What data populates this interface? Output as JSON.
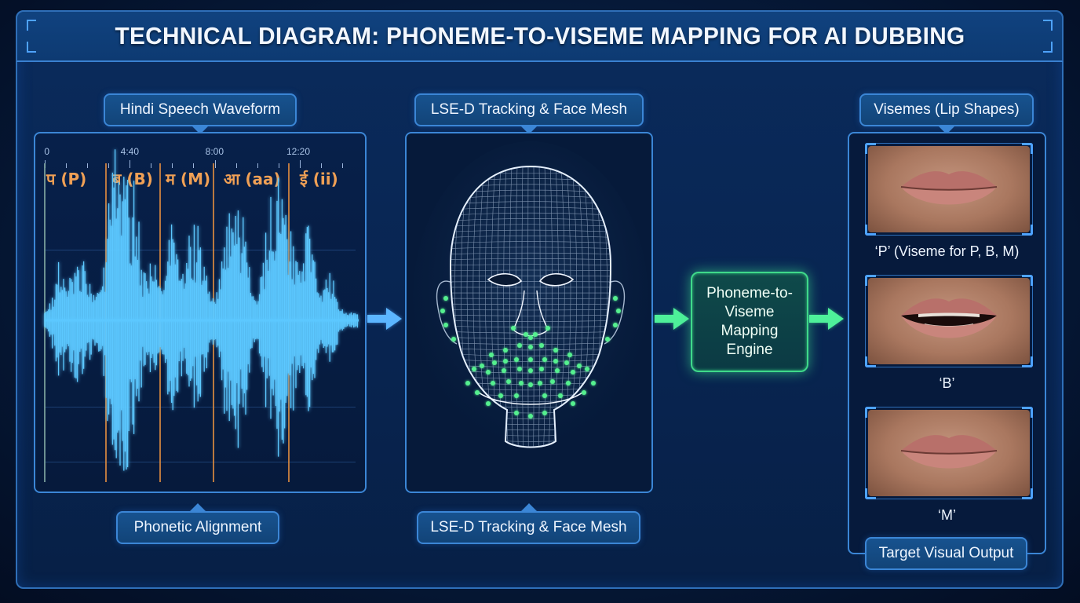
{
  "title": "TECHNICAL DIAGRAM: PHONEME-TO-VISEME MAPPING FOR AI DUBBING",
  "colors": {
    "background": "#061a3a",
    "panel_border": "#3b86d6",
    "accent_blue": "#4ea3ff",
    "waveform": "#5cc8ff",
    "phoneme_label": "#f0a055",
    "segment_line": "#d98a3f",
    "engine_green": "#3fd98a",
    "landmark_green": "#54f08f"
  },
  "waveform_section": {
    "top_callout": "Hindi Speech Waveform",
    "bottom_callout": "Phonetic Alignment",
    "time_ticks": [
      "0",
      "4:40",
      "8:00",
      "12:20"
    ],
    "phonemes": [
      {
        "label": "प (P)"
      },
      {
        "label": "ब (B)"
      },
      {
        "label": "म (M)"
      },
      {
        "label": "आ (aa)"
      },
      {
        "label": "ई (ii)"
      }
    ]
  },
  "face_section": {
    "top_callout": "LSE-D Tracking & Face Mesh",
    "bottom_callout": "LSE-D Tracking & Face Mesh",
    "icon": "wireframe-head-with-lip-landmarks"
  },
  "engine": {
    "label": "Phoneme-to-Viseme Mapping Engine",
    "lines": [
      "Phoneme-to-",
      "Viseme",
      "Mapping",
      "Engine"
    ]
  },
  "viseme_section": {
    "top_callout": "Visemes (Lip Shapes)",
    "bottom_callout": "Target Visual Output",
    "visemes": [
      {
        "caption": "‘P’ (Viseme for P, B, M)",
        "mouth": "closed"
      },
      {
        "caption": "‘B’",
        "mouth": "open"
      },
      {
        "caption": "‘M’",
        "mouth": "closed"
      }
    ]
  }
}
